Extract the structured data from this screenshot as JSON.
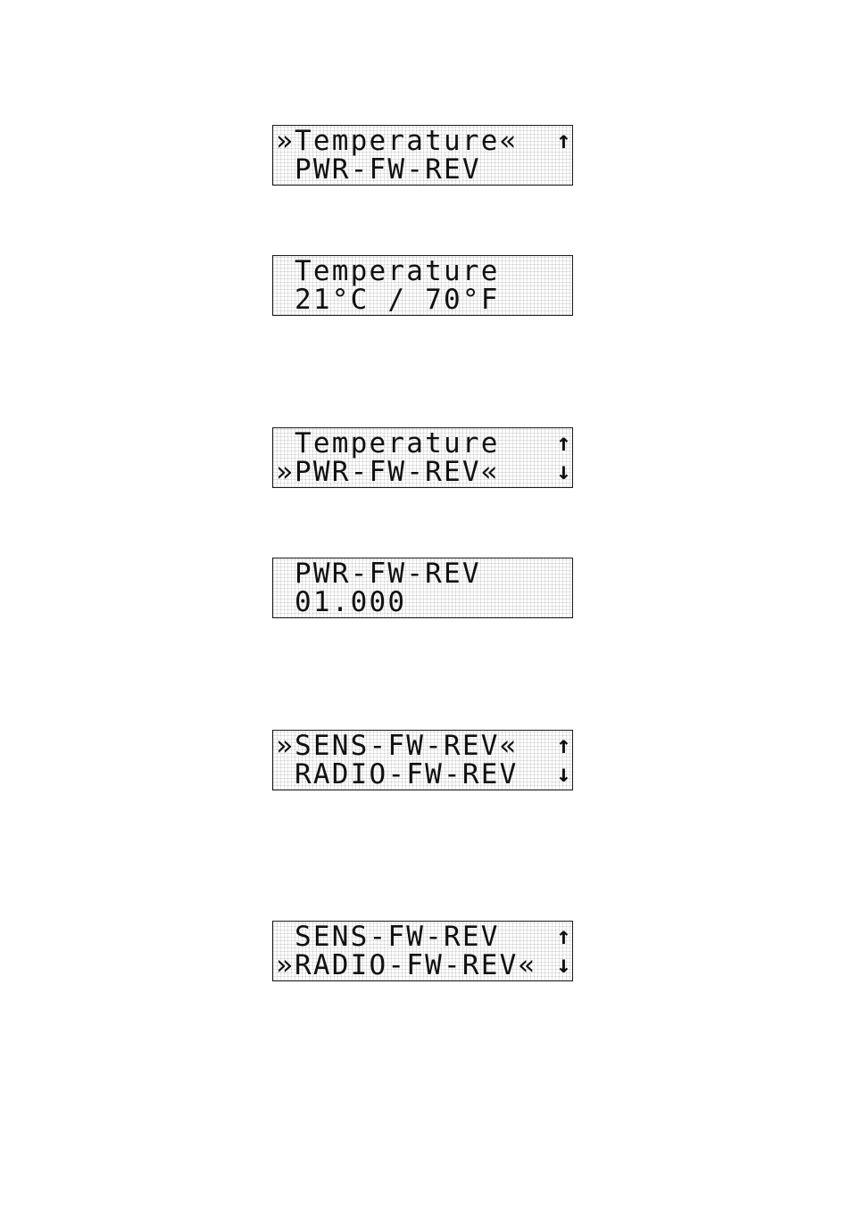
{
  "screens": [
    {
      "line1": "»Temperature«  ↑",
      "line2": " PWR-FW-REV     ↓"
    },
    {
      "line1": " Temperature",
      "line2": " 21°C / 70°F"
    },
    {
      "line1": " Temperature   ↑",
      "line2": "»PWR-FW-REV«   ↓"
    },
    {
      "line1": " PWR-FW-REV",
      "line2": " 01.000"
    },
    {
      "line1": "»SENS-FW-REV«  ↑",
      "line2": " RADIO-FW-REV  ↓"
    },
    {
      "line1": " SENS-FW-REV   ↑",
      "line2": "»RADIO-FW-REV« ↓"
    }
  ],
  "colors": {
    "ink": "#111111",
    "frame": "#1a1a1a",
    "pixel_grid": "#e6e6e6"
  }
}
